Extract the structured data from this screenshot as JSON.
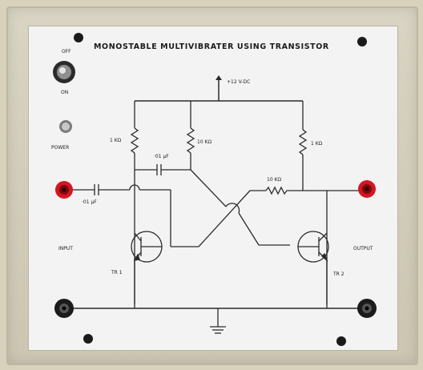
{
  "panel": {
    "title": "MONOSTABLE MULTIVIBRATER USING TRANSISTOR",
    "supply_label": "+12 V-DC",
    "switch_labels": {
      "off": "OFF",
      "on": "ON"
    },
    "power_label": "POWER",
    "input_label": "INPUT",
    "output_label": "OUTPUT"
  },
  "components": {
    "r_left": "1 KΩ",
    "r_mid": "10 KΩ",
    "r_right": "1 KΩ",
    "r_base": "10 KΩ",
    "c_input": "·01 µF",
    "c_timing": "·01 µF",
    "q1": "TR 1",
    "q2": "TR 2"
  },
  "colors": {
    "panel": "#f3f3f3",
    "bezel": "#d3cdb9",
    "jack_red": "#d61522",
    "jack_black": "#1b1b1b",
    "wire": "#2a2a2a",
    "title": "#2a2a2a"
  }
}
